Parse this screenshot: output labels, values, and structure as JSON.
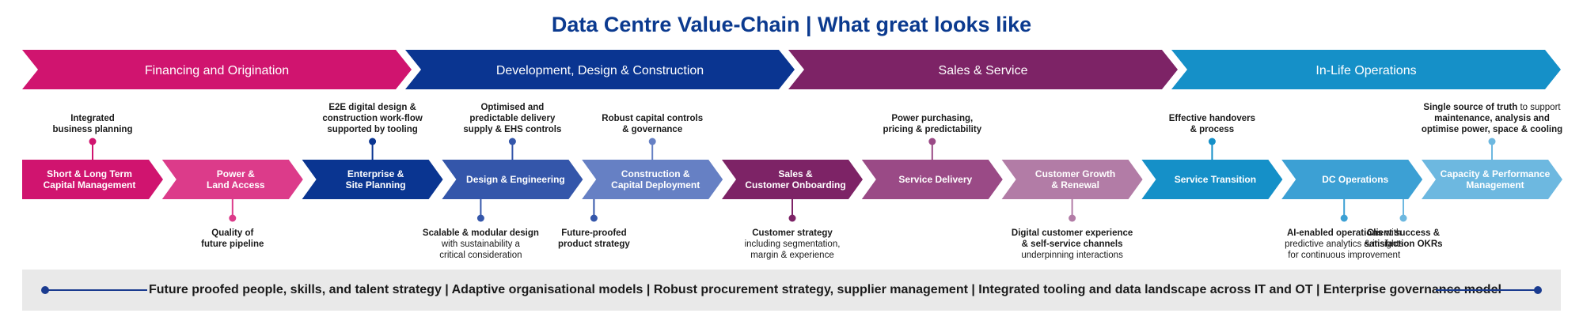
{
  "title": "Data Centre Value-Chain | What great looks like",
  "phases": [
    {
      "label": "Financing and Origination",
      "color": "#d0146f"
    },
    {
      "label": "Development, Design & Construction",
      "color": "#0a3591"
    },
    {
      "label": "Sales & Service",
      "color": "#7d2366"
    },
    {
      "label": "In-Life Operations",
      "color": "#1590c8"
    }
  ],
  "steps": [
    {
      "label": [
        "Short & Long Term",
        "Capital Management"
      ],
      "color": "#d0146f"
    },
    {
      "label": [
        "Power &",
        "Land Access"
      ],
      "color": "#dc3b8a"
    },
    {
      "label": [
        "Enterprise &",
        "Site Planning"
      ],
      "color": "#0a3591"
    },
    {
      "label": [
        "Design & Engineering"
      ],
      "color": "#3456aa"
    },
    {
      "label": [
        "Construction &",
        "Capital Deployment"
      ],
      "color": "#6680c4"
    },
    {
      "label": [
        "Sales &",
        "Customer Onboarding"
      ],
      "color": "#7d2366"
    },
    {
      "label": [
        "Service Delivery"
      ],
      "color": "#9a4a86"
    },
    {
      "label": [
        "Customer Growth",
        "& Renewal"
      ],
      "color": "#b27ca6"
    },
    {
      "label": [
        "Service Transition"
      ],
      "color": "#1590c8"
    },
    {
      "label": [
        "DC Operations"
      ],
      "color": "#3ca0d4"
    },
    {
      "label": [
        "Capacity & Performance",
        "Management"
      ],
      "color": "#6db8e0"
    }
  ],
  "annotations_top": [
    {
      "step": 0,
      "color": "#d0146f",
      "lines": [
        [
          "Integrated"
        ],
        [
          "business planning"
        ]
      ]
    },
    {
      "step": 2,
      "color": "#0a3591",
      "lines": [
        [
          "E2E digital design &"
        ],
        [
          "construction work-flow"
        ],
        [
          "supported by tooling"
        ]
      ]
    },
    {
      "step": 3,
      "color": "#3456aa",
      "lines": [
        [
          "Optimised and"
        ],
        [
          "predictable delivery"
        ],
        [
          "supply & EHS controls"
        ]
      ]
    },
    {
      "step": 4,
      "color": "#6680c4",
      "lines": [
        [
          "Robust capital controls"
        ],
        [
          "& governance"
        ]
      ]
    },
    {
      "step": 6,
      "color": "#9a4a86",
      "lines": [
        [
          "Power purchasing,"
        ],
        [
          "pricing & predictability"
        ]
      ]
    },
    {
      "step": 8,
      "color": "#1590c8",
      "lines": [
        [
          "Effective handovers"
        ],
        [
          "& process"
        ]
      ]
    },
    {
      "step": 10,
      "color": "#6db8e0",
      "lines": [
        [
          "Single source of truth",
          " to support"
        ],
        [
          "maintenance, analysis and"
        ],
        [
          "optimise power, space & cooling"
        ]
      ]
    }
  ],
  "annotations_bottom": [
    {
      "step": 1,
      "color": "#dc3b8a",
      "lines": [
        [
          "Quality of"
        ],
        [
          "future pipeline"
        ]
      ]
    },
    {
      "step": 3,
      "color": "#3456aa",
      "offset": -40,
      "lines": [
        [
          "Scalable & modular design"
        ],
        [
          "",
          "with sustainability a"
        ],
        [
          "",
          "critical consideration"
        ]
      ]
    },
    {
      "step": 3,
      "color": "#3456aa",
      "offset": 103,
      "lines": [
        [
          "Future-proofed"
        ],
        [
          "product strategy"
        ]
      ]
    },
    {
      "step": 5,
      "color": "#7d2366",
      "lines": [
        [
          "Customer strategy"
        ],
        [
          "",
          "including segmentation,"
        ],
        [
          "",
          "margin & experience"
        ]
      ]
    },
    {
      "step": 7,
      "color": "#b27ca6",
      "lines": [
        [
          "Digital customer experience"
        ],
        [
          "& self-service channels"
        ],
        [
          "",
          "underpinning interactions"
        ]
      ]
    },
    {
      "step": 9,
      "color": "#3ca0d4",
      "offset": -10,
      "lines": [
        [
          "AI-enabled operations",
          " with"
        ],
        [
          "",
          "predictive analytics & insights"
        ],
        [
          "",
          "for continuous improvement"
        ]
      ]
    },
    {
      "step": 10,
      "color": "#6db8e0",
      "offset": -112,
      "lines": [
        [
          "Client success &"
        ],
        [
          "satisfaction OKRs"
        ]
      ]
    }
  ],
  "footer_text": "Future proofed people, skills, and talent strategy | Adaptive organisational models | Robust procurement strategy, supplier management | Integrated tooling and data landscape across IT and OT | Enterprise governance model"
}
